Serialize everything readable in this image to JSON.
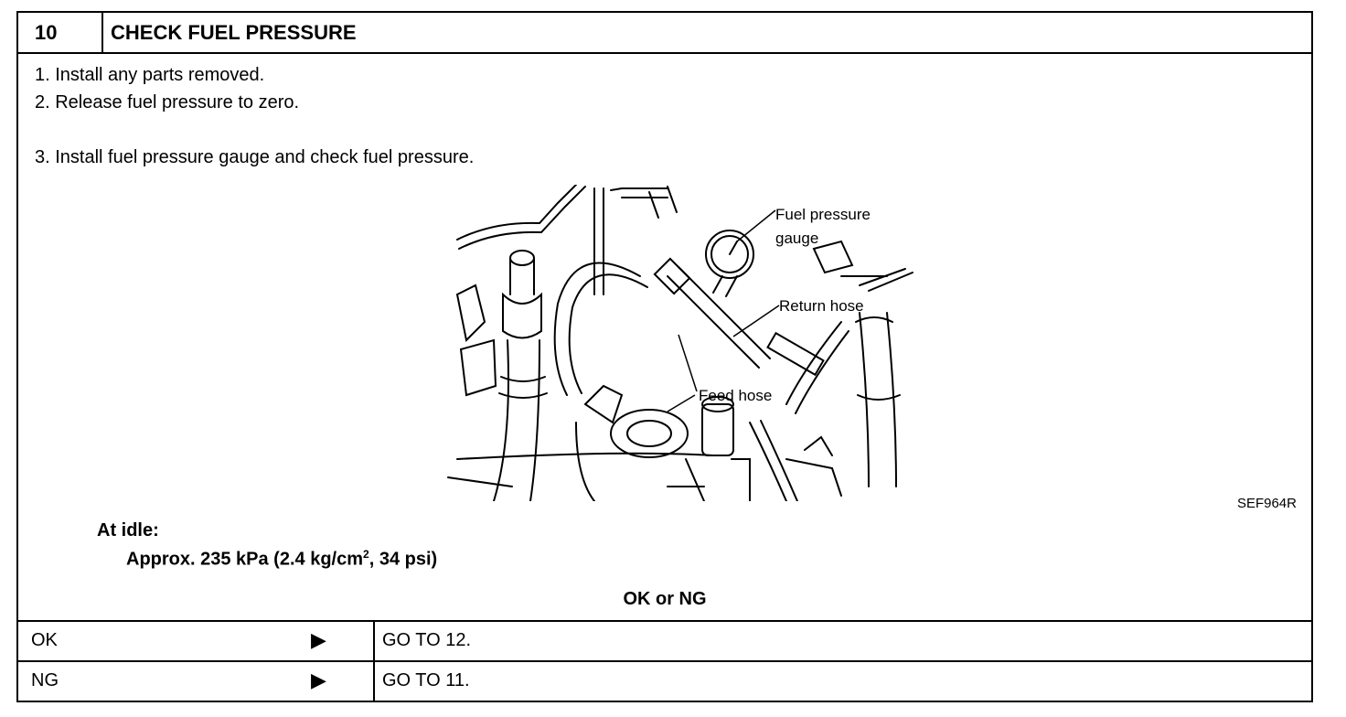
{
  "header": {
    "number": "10",
    "title": "CHECK FUEL PRESSURE"
  },
  "steps": [
    "1.  Install any parts removed.",
    "2.  Release fuel pressure to zero.",
    "3.  Install fuel pressure gauge and check fuel pressure."
  ],
  "figure": {
    "labels": {
      "gauge_line1": "Fuel pressure",
      "gauge_line2": "gauge",
      "return_hose": "Return hose",
      "feed_hose": "Feed hose"
    },
    "code": "SEF964R"
  },
  "spec": {
    "condition": "At idle:",
    "value_prefix": "Approx. 235 kPa (2.4 kg/cm",
    "superscript": "2",
    "value_suffix": ", 34 psi)"
  },
  "result_header": "OK or NG",
  "results": [
    {
      "label": "OK",
      "arrow": "▶",
      "action": "GO TO 12."
    },
    {
      "label": "NG",
      "arrow": "▶",
      "action": "GO TO 11."
    }
  ]
}
